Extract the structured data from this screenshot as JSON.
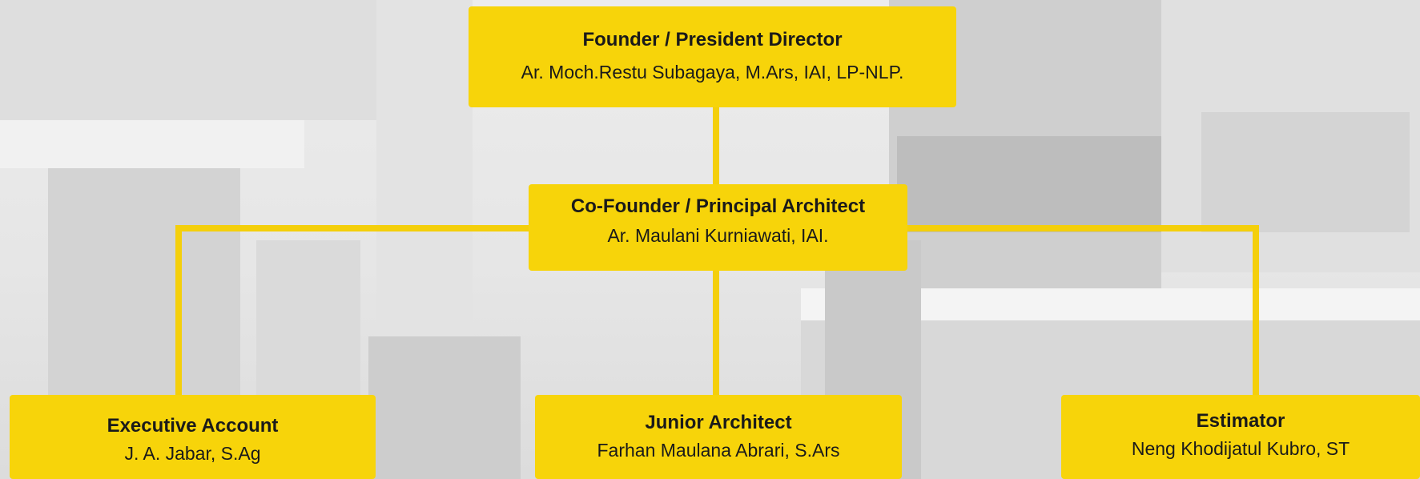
{
  "chart": {
    "nodes": [
      {
        "id": "founder",
        "role": "Founder / President Director",
        "name": "Ar. Moch.Restu Subagaya, M.Ars, IAI, LP-NLP."
      },
      {
        "id": "cofounder",
        "role": "Co-Founder / Principal Architect",
        "name": "Ar. Maulani Kurniawati, IAI."
      },
      {
        "id": "executive",
        "role": "Executive Account",
        "name": "J. A. Jabar, S.Ag"
      },
      {
        "id": "junior",
        "role": "Junior Architect",
        "name": "Farhan Maulana Abrari, S.Ars"
      },
      {
        "id": "estimator",
        "role": "Estimator",
        "name": "Neng Khodijatul Kubro, ST"
      }
    ]
  },
  "colors": {
    "box": "#f7d40a",
    "line": "#f4cf0b",
    "text": "#1a1a1a"
  }
}
